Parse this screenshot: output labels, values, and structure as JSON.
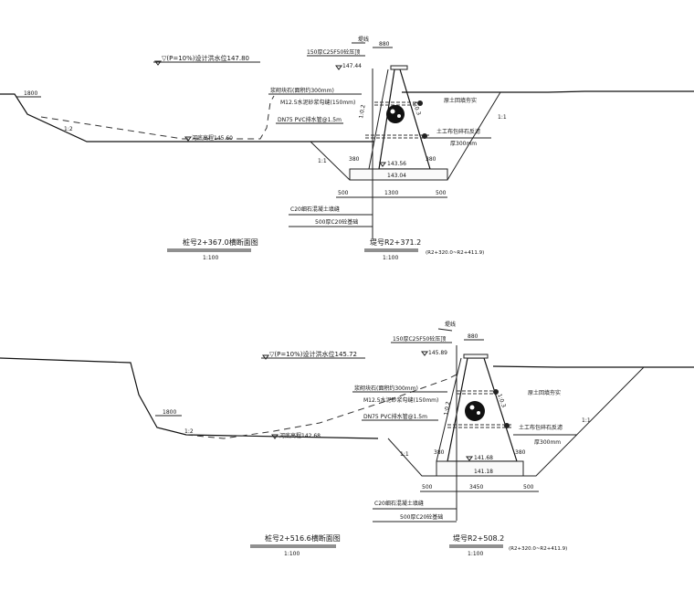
{
  "drawing": {
    "type": "embankment cross-section drawing (CAD)",
    "sections": [
      {
        "id": "upper",
        "design_flood_level": "▽(P=10%)设计洪水位147.80",
        "dike_line_label": "堤线",
        "coping_label": "150厚C25F50砼压顶",
        "crest_width": "880",
        "crest_elev": "147.44",
        "masonry_label": "浆砌块石(面积约300mm)",
        "mortar_label": "M12.5水泥砂浆勾缝(150mm)",
        "drain_label": "DN75 PVC排水管@1.5m",
        "riverbed_label": "河底高程145.60",
        "slope_front": "1:0.2",
        "slope_back": "1:0.3",
        "slope_side": "1:1",
        "slope_bank": "1:2",
        "backfill_label": "原土回填夯实",
        "filter_label": "土工布包碎石反滤",
        "filter_thickness": "厚300mm",
        "toe_offset_left": "380",
        "toe_offset_right": "380",
        "foundation_top_elev": "143.56",
        "foundation_bottom_elev": "143.04",
        "dim_left": "500",
        "dim_mid": "1300",
        "dim_right": "500",
        "scale_bar_label": "1800",
        "joint_label": "C20细石混凝土填缝",
        "base_label": "500厚C20砼基础",
        "title_left": "桩号2+367.0横断面图",
        "scale_left": "1:100",
        "title_right": "堤号R2+371.2",
        "scale_right": "1:100",
        "range_note": "(R2+320.0~R2+411.9)"
      },
      {
        "id": "lower",
        "design_flood_level": "▽(P=10%)设计洪水位145.72",
        "dike_line_label": "堤线",
        "coping_label": "150厚C25F50砼压顶",
        "crest_width": "880",
        "crest_elev": "145.89",
        "masonry_label": "浆砌块石(面积约300mm)",
        "mortar_label": "M12.5水泥砂浆勾缝(150mm)",
        "drain_label": "DN75 PVC排水管@1.5m",
        "riverbed_label": "河底高程142.68",
        "slope_front": "1:0.2",
        "slope_back": "1:0.3",
        "slope_side": "1:1",
        "slope_bank": "1:2",
        "backfill_label": "原土回填夯实",
        "filter_label": "土工布包碎石反滤",
        "filter_thickness": "厚300mm",
        "toe_offset_left": "380",
        "toe_offset_right": "380",
        "foundation_top_elev": "141.68",
        "foundation_bottom_elev": "141.18",
        "dim_left": "500",
        "dim_mid": "3450",
        "dim_right": "500",
        "scale_bar_label": "1800",
        "joint_label": "C20细石混凝土填缝",
        "base_label": "500厚C20砼基础",
        "title_left": "桩号2+516.6横断面图",
        "scale_left": "1:100",
        "title_right": "堤号R2+508.2",
        "scale_right": "1:100",
        "range_note": "(R2+320.0~R2+411.9)"
      }
    ]
  }
}
